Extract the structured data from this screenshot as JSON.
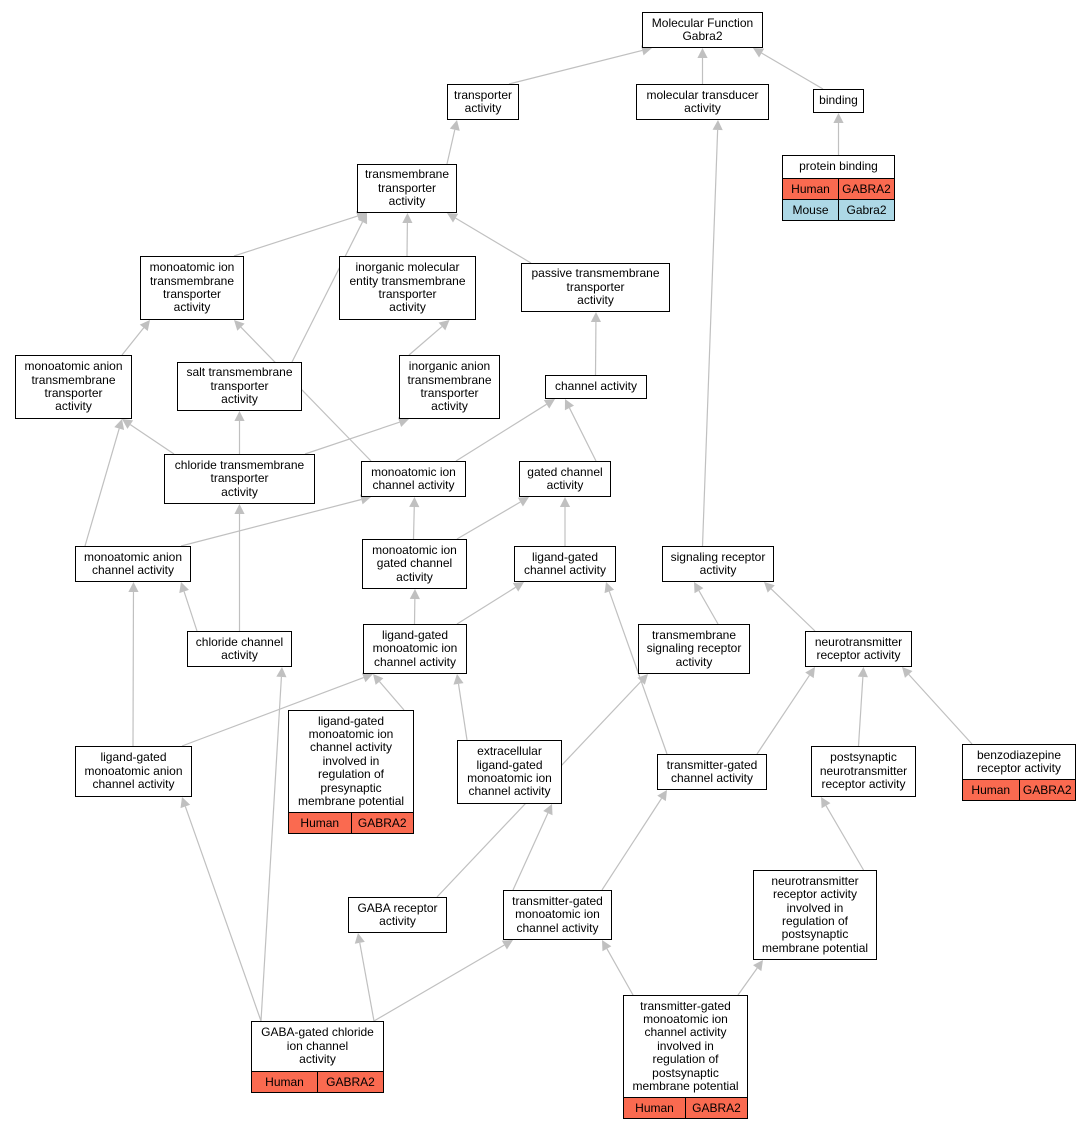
{
  "colors": {
    "edge": "#c0c0c0",
    "human": "#fa6a50",
    "mouse": "#add8e6",
    "border": "#000000"
  },
  "nodes": {
    "mf_root": {
      "label": "Molecular Function\nGabra2"
    },
    "transporter": {
      "label": "transporter\nactivity"
    },
    "mol_transducer": {
      "label": "molecular transducer\nactivity"
    },
    "binding": {
      "label": "binding"
    },
    "protein_binding": {
      "label": "protein binding",
      "annotations": [
        {
          "species": "Human",
          "gene": "GABRA2"
        },
        {
          "species": "Mouse",
          "gene": "Gabra2"
        }
      ]
    },
    "tm_transporter": {
      "label": "transmembrane\ntransporter\nactivity"
    },
    "mono_ion_tm_transporter": {
      "label": "monoatomic ion\ntransmembrane\ntransporter\nactivity"
    },
    "inorg_mol_tm_transporter": {
      "label": "inorganic molecular\nentity transmembrane\ntransporter\nactivity"
    },
    "passive_tm_transporter": {
      "label": "passive transmembrane\ntransporter\nactivity"
    },
    "mono_anion_tm_transporter": {
      "label": "monoatomic anion\ntransmembrane\ntransporter\nactivity"
    },
    "salt_tm_transporter": {
      "label": "salt transmembrane\ntransporter\nactivity"
    },
    "inorg_anion_tm_transporter": {
      "label": "inorganic anion\ntransmembrane\ntransporter\nactivity"
    },
    "channel": {
      "label": "channel activity"
    },
    "chloride_tm_transporter": {
      "label": "chloride transmembrane\ntransporter\nactivity"
    },
    "mono_ion_channel": {
      "label": "monoatomic ion\nchannel activity"
    },
    "gated_channel": {
      "label": "gated channel\nactivity"
    },
    "mono_anion_channel": {
      "label": "monoatomic anion\nchannel activity"
    },
    "mono_ion_gated_channel": {
      "label": "monoatomic ion\ngated channel\nactivity"
    },
    "ligand_gated_channel": {
      "label": "ligand-gated\nchannel activity"
    },
    "signaling_receptor": {
      "label": "signaling receptor\nactivity"
    },
    "chloride_channel": {
      "label": "chloride channel\nactivity"
    },
    "lg_mono_ion_channel": {
      "label": "ligand-gated\nmonoatomic ion\nchannel activity"
    },
    "tm_signaling_receptor": {
      "label": "transmembrane\nsignaling receptor\nactivity"
    },
    "neurotransmitter_receptor": {
      "label": "neurotransmitter\nreceptor activity"
    },
    "lg_mono_anion_channel": {
      "label": "ligand-gated\nmonoatomic anion\nchannel activity"
    },
    "lg_presynaptic": {
      "label": "ligand-gated\nmonoatomic ion\nchannel activity\ninvolved in\nregulation of\npresynaptic\nmembrane potential",
      "annotations": [
        {
          "species": "Human",
          "gene": "GABRA2"
        }
      ]
    },
    "extracellular_lg": {
      "label": "extracellular\nligand-gated\nmonoatomic ion\nchannel activity"
    },
    "transmitter_gated_channel": {
      "label": "transmitter-gated\nchannel activity"
    },
    "postsynaptic_nt_receptor": {
      "label": "postsynaptic\nneurotransmitter\nreceptor activity"
    },
    "benzodiazepine_receptor": {
      "label": "benzodiazepine\nreceptor activity",
      "annotations": [
        {
          "species": "Human",
          "gene": "GABRA2"
        }
      ]
    },
    "gaba_receptor": {
      "label": "GABA receptor\nactivity"
    },
    "tg_mono_ion_channel": {
      "label": "transmitter-gated\nmonoatomic ion\nchannel activity"
    },
    "nt_receptor_postsynaptic": {
      "label": "neurotransmitter\nreceptor activity\ninvolved in\nregulation of\npostsynaptic\nmembrane potential"
    },
    "gaba_gated_chloride": {
      "label": "GABA-gated chloride\nion channel\nactivity",
      "annotations": [
        {
          "species": "Human",
          "gene": "GABRA2"
        }
      ]
    },
    "tg_postsynaptic": {
      "label": "transmitter-gated\nmonoatomic ion\nchannel activity\ninvolved in\nregulation of\npostsynaptic\nmembrane potential",
      "annotations": [
        {
          "species": "Human",
          "gene": "GABRA2"
        }
      ]
    }
  },
  "edges": [
    [
      "transporter",
      "mf_root"
    ],
    [
      "mol_transducer",
      "mf_root"
    ],
    [
      "binding",
      "mf_root"
    ],
    [
      "protein_binding",
      "binding"
    ],
    [
      "tm_transporter",
      "transporter"
    ],
    [
      "signaling_receptor",
      "mol_transducer"
    ],
    [
      "mono_ion_tm_transporter",
      "tm_transporter"
    ],
    [
      "inorg_mol_tm_transporter",
      "tm_transporter"
    ],
    [
      "passive_tm_transporter",
      "tm_transporter"
    ],
    [
      "salt_tm_transporter",
      "tm_transporter"
    ],
    [
      "mono_anion_tm_transporter",
      "mono_ion_tm_transporter"
    ],
    [
      "mono_ion_channel",
      "mono_ion_tm_transporter"
    ],
    [
      "inorg_anion_tm_transporter",
      "inorg_mol_tm_transporter"
    ],
    [
      "channel",
      "passive_tm_transporter"
    ],
    [
      "chloride_tm_transporter",
      "mono_anion_tm_transporter"
    ],
    [
      "chloride_tm_transporter",
      "salt_tm_transporter"
    ],
    [
      "chloride_tm_transporter",
      "inorg_anion_tm_transporter"
    ],
    [
      "mono_anion_channel",
      "mono_anion_tm_transporter"
    ],
    [
      "mono_ion_channel",
      "channel"
    ],
    [
      "gated_channel",
      "channel"
    ],
    [
      "mono_anion_channel",
      "mono_ion_channel"
    ],
    [
      "mono_ion_gated_channel",
      "mono_ion_channel"
    ],
    [
      "mono_ion_gated_channel",
      "gated_channel"
    ],
    [
      "ligand_gated_channel",
      "gated_channel"
    ],
    [
      "chloride_channel",
      "mono_anion_channel"
    ],
    [
      "chloride_channel",
      "chloride_tm_transporter"
    ],
    [
      "lg_mono_ion_channel",
      "mono_ion_gated_channel"
    ],
    [
      "lg_mono_ion_channel",
      "ligand_gated_channel"
    ],
    [
      "tm_signaling_receptor",
      "signaling_receptor"
    ],
    [
      "neurotransmitter_receptor",
      "signaling_receptor"
    ],
    [
      "lg_mono_anion_channel",
      "mono_anion_channel"
    ],
    [
      "lg_mono_anion_channel",
      "lg_mono_ion_channel"
    ],
    [
      "lg_presynaptic",
      "lg_mono_ion_channel"
    ],
    [
      "extracellular_lg",
      "lg_mono_ion_channel"
    ],
    [
      "transmitter_gated_channel",
      "ligand_gated_channel"
    ],
    [
      "transmitter_gated_channel",
      "neurotransmitter_receptor"
    ],
    [
      "postsynaptic_nt_receptor",
      "neurotransmitter_receptor"
    ],
    [
      "benzodiazepine_receptor",
      "neurotransmitter_receptor"
    ],
    [
      "gaba_receptor",
      "tm_signaling_receptor"
    ],
    [
      "tg_mono_ion_channel",
      "extracellular_lg"
    ],
    [
      "tg_mono_ion_channel",
      "transmitter_gated_channel"
    ],
    [
      "nt_receptor_postsynaptic",
      "postsynaptic_nt_receptor"
    ],
    [
      "gaba_gated_chloride",
      "lg_mono_anion_channel"
    ],
    [
      "gaba_gated_chloride",
      "chloride_channel"
    ],
    [
      "gaba_gated_chloride",
      "gaba_receptor"
    ],
    [
      "gaba_gated_chloride",
      "tg_mono_ion_channel"
    ],
    [
      "tg_postsynaptic",
      "tg_mono_ion_channel"
    ],
    [
      "tg_postsynaptic",
      "nt_receptor_postsynaptic"
    ]
  ]
}
